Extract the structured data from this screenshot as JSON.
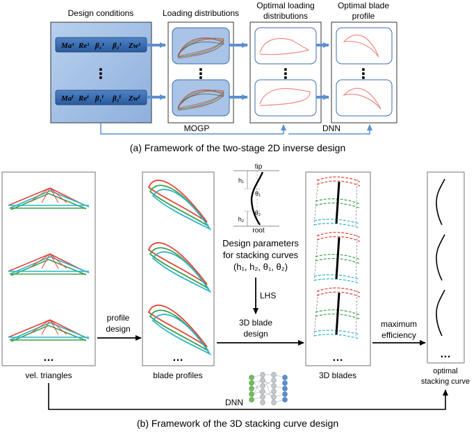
{
  "top": {
    "headers": {
      "design_conditions": "Design conditions",
      "loading_distributions": "Loading distributions",
      "optimal_loading_line1": "Optimal loading",
      "optimal_loading_line2": "distributions",
      "optimal_blade_line1": "Optimal blade",
      "optimal_blade_line2": "profile"
    },
    "row1_params": [
      "Ma¹",
      "Re¹",
      "β₁¹",
      "β₂¹",
      "Zw¹"
    ],
    "rowN_params": [
      "Maⁱ",
      "Reⁱ",
      "β₁ⁱ",
      "β₂ⁱ",
      "Zwⁱ"
    ],
    "vdots": "⋮",
    "mogp_label": "MOGP",
    "dnn_label": "DNN",
    "caption": "(a) Framework of the two-stage 2D inverse design"
  },
  "bottom": {
    "vel_triangles_label": "vel. triangles",
    "profile_design_line1": "profile",
    "profile_design_line2": "design",
    "blade_profiles_label": "blade profiles",
    "param_tip": "tip",
    "param_root": "root",
    "param_h1": "h₁",
    "param_h2": "h₂",
    "param_theta1": "θ₁",
    "param_theta2": "θ₂",
    "design_params_line1": "Design parameters",
    "design_params_line2": "for stacking curves",
    "design_params_line3": "(h₁, h₂, θ₁, θ₂)",
    "lhs_label": "LHS",
    "blade3d_design_line1": "3D blade",
    "blade3d_design_line2": "design",
    "blades3d_label": "3D blades",
    "max_eff_line1": "maximum",
    "max_eff_line2": "efficiency",
    "optimal_stacking_line1": "optimal",
    "optimal_stacking_line2": "stacking curve",
    "dnn_label": "DNN",
    "ellipsis": "…",
    "caption": "(b) Framework of the 3D stacking curve design"
  },
  "colors": {
    "arrow_blue": "#5b8fd0",
    "panel_blue": "#a9c4e6",
    "param_bar": "#2f64a8",
    "red": "#e0443a",
    "green": "#3aa04a",
    "cyan": "#2db3c9",
    "pink": "#f08a8a"
  }
}
